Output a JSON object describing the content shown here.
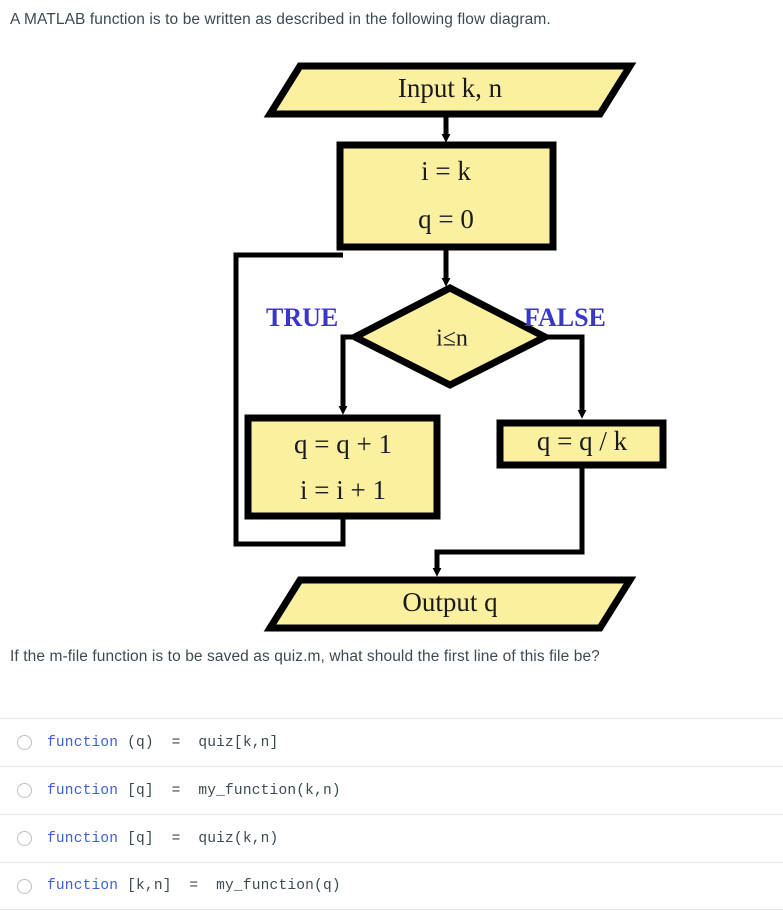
{
  "prompt": "A MATLAB function is to be written as described in the following flow diagram.",
  "question": "If the m-file function is to be saved as quiz.m, what should the first line of this file be?",
  "colors": {
    "shape_fill": "#faf0a0",
    "shape_stroke": "#000000",
    "branch_label": "#3a36cc",
    "code_keyword": "#3b5fd6",
    "text": "#3c4a52"
  },
  "diagram": {
    "input_node": "Input k, n",
    "init_node": {
      "line1": "i = k",
      "line2": "q = 0"
    },
    "decision_node": "i≤n",
    "branch_true": "TRUE",
    "branch_false": "FALSE",
    "true_node": {
      "line1": "q = q + 1",
      "line2": "i = i + 1"
    },
    "false_node": "q = q / k",
    "output_node": "Output q"
  },
  "options": [
    {
      "keyword": "function",
      "rest": " (q)  =  quiz[k,n]"
    },
    {
      "keyword": "function",
      "rest": " [q]  =  my_function(k,n)"
    },
    {
      "keyword": "function",
      "rest": " [q]  =  quiz(k,n)"
    },
    {
      "keyword": "function",
      "rest": " [k,n]  =  my_function(q)"
    }
  ]
}
